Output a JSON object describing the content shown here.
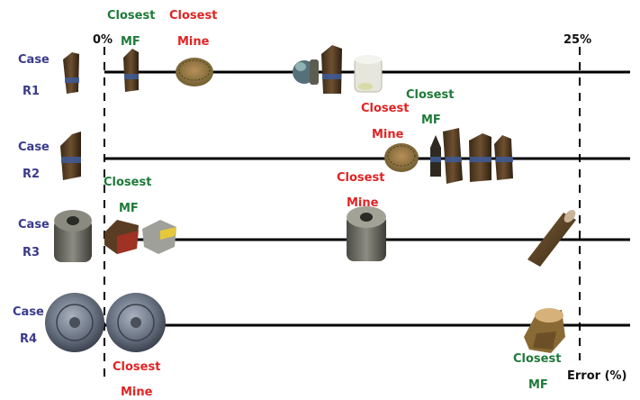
{
  "scale": {
    "zero_label": "0%",
    "max_label": "25%",
    "error_label": "Error (%)"
  },
  "cases": [
    {
      "line1": "Case",
      "line2": "R1"
    },
    {
      "line1": "Case",
      "line2": "R2"
    },
    {
      "line1": "Case",
      "line2": "R3"
    },
    {
      "line1": "Case",
      "line2": "R4"
    }
  ],
  "annotations": {
    "r1_mf": {
      "line1": "Closest",
      "line2": "MF"
    },
    "r1_mine": {
      "line1": "Closest",
      "line2": "Mine"
    },
    "r2_mine": {
      "line1": "Closest",
      "line2": "Mine"
    },
    "r2_mf": {
      "line1": "Closest",
      "line2": "MF"
    },
    "r3_mf": {
      "line1": "Closest",
      "line2": "MF"
    },
    "r3_mine": {
      "line1": "Closest",
      "line2": "Mine"
    },
    "r4_mine": {
      "line1": "Closest",
      "line2": "Mine"
    },
    "r4_mf": {
      "line1": "Closest",
      "line2": "MF"
    }
  },
  "colors": {
    "case": "#3a3a8c",
    "mf": "#1f7a3a",
    "mine": "#e02424",
    "line": "#000000"
  },
  "objects": [
    {
      "row": "R1",
      "kind": "query-cartridge"
    },
    {
      "row": "R1",
      "kind": "cartridge"
    },
    {
      "row": "R1",
      "kind": "mine-disc"
    },
    {
      "row": "R1",
      "kind": "small-canister"
    },
    {
      "row": "R1",
      "kind": "cartridge"
    },
    {
      "row": "R1",
      "kind": "white-cylinder"
    },
    {
      "row": "R2",
      "kind": "query-cartridge"
    },
    {
      "row": "R2",
      "kind": "mine-disc"
    },
    {
      "row": "R2",
      "kind": "bullet"
    },
    {
      "row": "R2",
      "kind": "cartridge"
    },
    {
      "row": "R2",
      "kind": "cartridge"
    },
    {
      "row": "R2",
      "kind": "cartridge"
    },
    {
      "row": "R3",
      "kind": "query-cylinder"
    },
    {
      "row": "R3",
      "kind": "red-cube"
    },
    {
      "row": "R3",
      "kind": "grey-cube"
    },
    {
      "row": "R3",
      "kind": "grey-cylinder"
    },
    {
      "row": "R3",
      "kind": "tube"
    },
    {
      "row": "R4",
      "kind": "query-disc"
    },
    {
      "row": "R4",
      "kind": "mine-disc-large"
    },
    {
      "row": "R4",
      "kind": "brass-can"
    }
  ]
}
